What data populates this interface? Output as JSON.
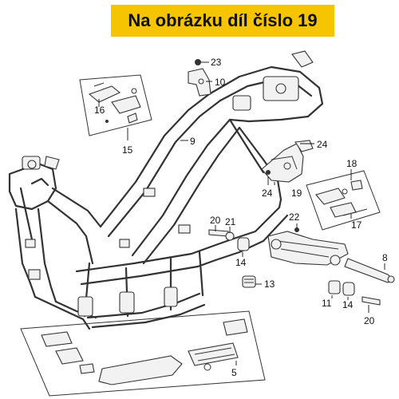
{
  "header": {
    "title": "Na obrázku díl číslo 19"
  },
  "diagram": {
    "callouts": [
      "23",
      "10",
      "16",
      "15",
      "9",
      "24",
      "24",
      "19",
      "18",
      "20",
      "21",
      "22",
      "17",
      "14",
      "8",
      "13",
      "11",
      "14",
      "20",
      "5"
    ]
  },
  "colors": {
    "banner": "#f6c400",
    "line": "#333333",
    "text": "#111111"
  }
}
